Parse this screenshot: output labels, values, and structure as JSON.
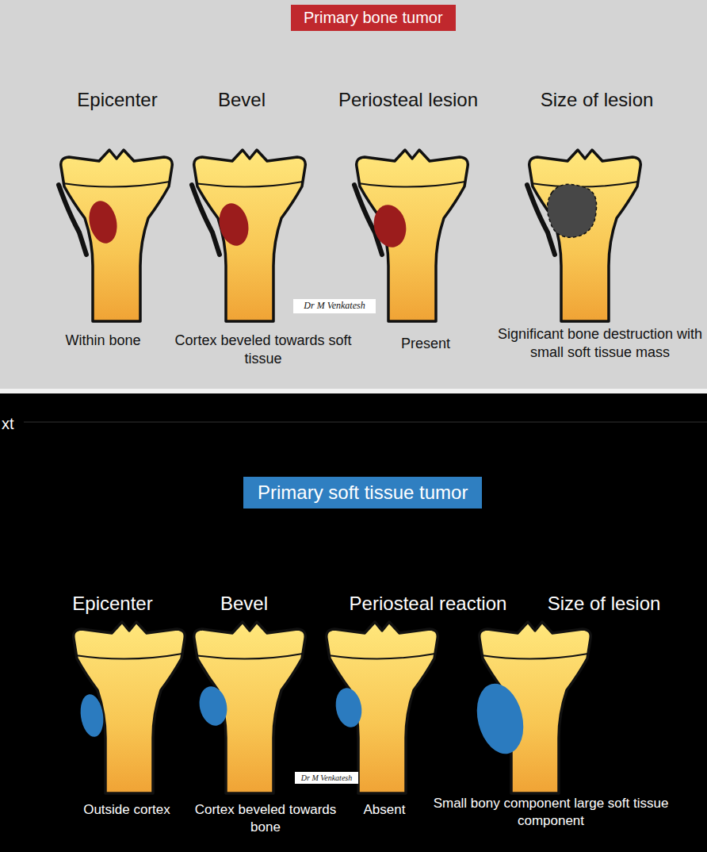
{
  "diagram": {
    "nodes": [
      {
        "text": [
          "Primary bone tumor"
        ]
      },
      {
        "text": [
          "Primary soft tissue tumor"
        ]
      }
    ],
    "labels": [
      "Epicenter",
      "Bevel",
      "Periosteal lesion",
      "Size of lesion",
      "Dr M Venkatesh",
      "Within bone",
      "Cortex beveled towards soft tissue",
      "Present",
      "Significant bone destruction with small soft tissue mass",
      "xt",
      "Epicenter",
      "Bevel",
      "Periosteal reaction",
      "Size of lesion",
      "Dr M Venkatesh",
      "Outside cortex",
      "Cortex beveled towards bone",
      "Absent",
      "Small bony component large soft tissue component"
    ]
  }
}
